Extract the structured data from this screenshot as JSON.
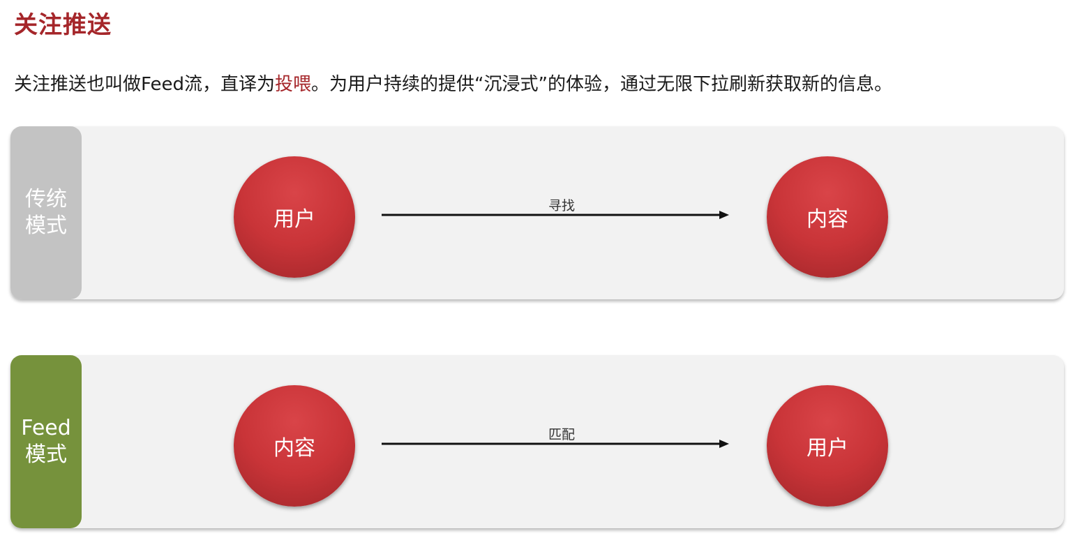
{
  "title": "关注推送",
  "intro": {
    "before": "关注推送也叫做Feed流，直译为",
    "highlight": "投喂",
    "after": "。为用户持续的提供“沉浸式”的体验，通过无限下拉刷新获取新的信息。"
  },
  "rows": [
    {
      "side_line1": "传统",
      "side_line2": "模式",
      "side_color": "#c3c3c3",
      "from": "用户",
      "edge": "寻找",
      "to": "内容"
    },
    {
      "side_line1": "Feed",
      "side_line2": "模式",
      "side_color": "#76923c",
      "from": "内容",
      "edge": "匹配",
      "to": "用户"
    }
  ],
  "colors": {
    "accent": "#a5262a",
    "node": "#c93438",
    "panel": "#f2f2f2"
  }
}
